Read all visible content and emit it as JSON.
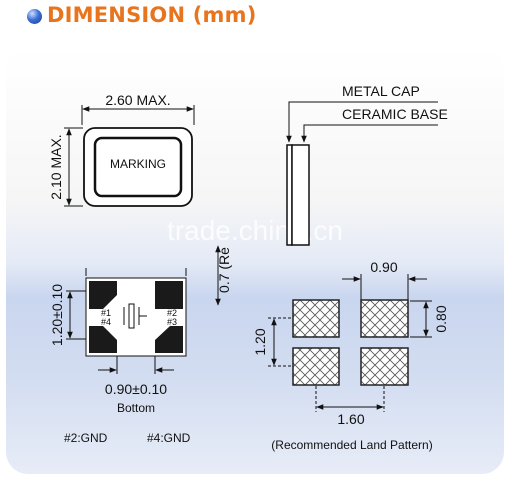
{
  "header": {
    "title": "DIMENSION (mm)"
  },
  "top_view": {
    "width_label": "2.60 MAX.",
    "height_label": "2.10 MAX.",
    "marking_label": "MARKING"
  },
  "side_view": {
    "metal_cap_label": "METAL CAP",
    "ceramic_base_label": "CERAMIC BASE",
    "height_label": "0.7 (Re"
  },
  "bottom_view": {
    "pad_height_label": "1.20±0.10",
    "pad_width_label": "0.90±0.10",
    "view_label": "Bottom",
    "pad_labels": [
      "#1",
      "#4",
      "#2",
      "#3"
    ],
    "pin_notes": [
      "#2:GND",
      "#4:GND"
    ]
  },
  "land_pattern": {
    "width_label": "0.90",
    "height_label": "0.80",
    "pitch_y_label": "1.20",
    "pitch_x_label": "1.60",
    "caption": "(Recommended Land Pattern)"
  },
  "watermark": "trade.china.cn",
  "colors": {
    "title": "#e8741e",
    "bullet": "#3d6fd6",
    "panel_blue": "#c9d6ef",
    "pad": "#1a1a1a"
  }
}
